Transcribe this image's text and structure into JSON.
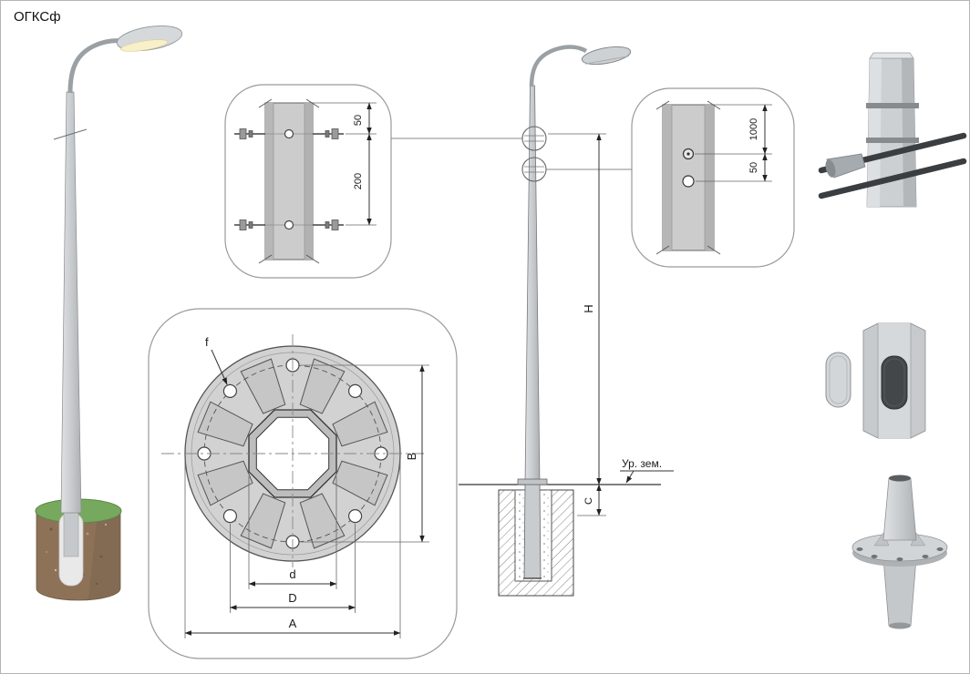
{
  "title": "ОГКСф",
  "palette": {
    "metal_grey": "#c9cccf",
    "grass_green": "#76a85e",
    "soil_brown": "#8d7258",
    "line_dark": "#333333"
  },
  "clamp_detail": {
    "dim_top": "50",
    "dim_span": "200"
  },
  "hole_detail": {
    "dim_top": "1000",
    "dim_bottom": "50"
  },
  "elevation": {
    "height": "H",
    "embed": "C",
    "ground": "Ур. зем."
  },
  "flange_detail": {
    "hole": "f",
    "bolt_span": "B",
    "inner_d": "d",
    "bolt_circle": "D",
    "outer": "A"
  }
}
